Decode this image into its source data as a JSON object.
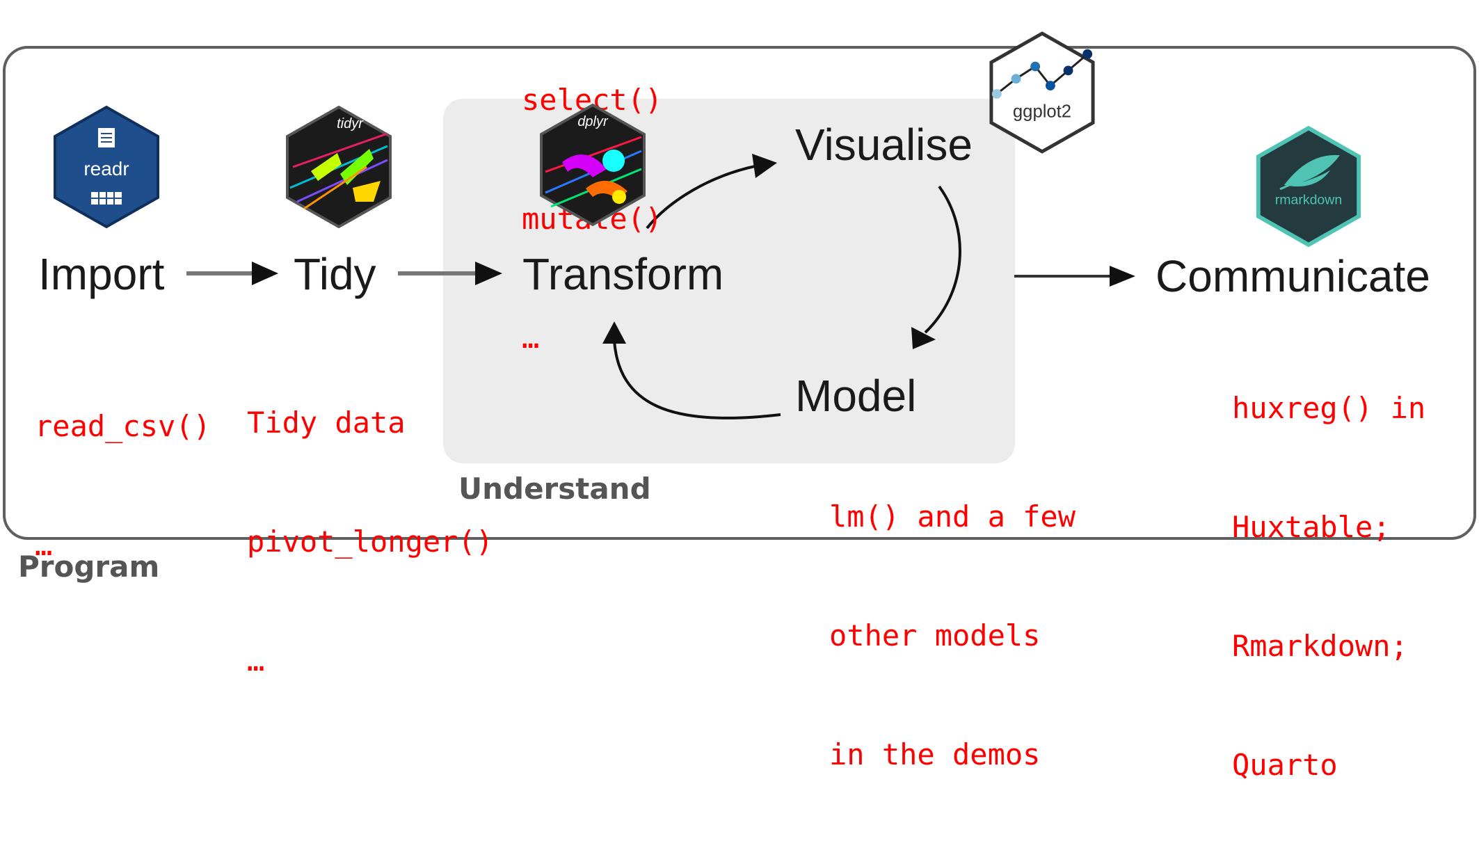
{
  "groups": {
    "program": "Program",
    "understand": "Understand"
  },
  "stages": {
    "import": "Import",
    "tidy": "Tidy",
    "transform": "Transform",
    "visualise": "Visualise",
    "model": "Model",
    "communicate": "Communicate"
  },
  "logos": {
    "readr": "readr",
    "tidyr": "tidyr",
    "dplyr": "dplyr",
    "ggplot2": "ggplot2",
    "rmarkdown": "rmarkdown"
  },
  "notes": {
    "import": [
      "read_csv()",
      "…"
    ],
    "tidy": [
      "Tidy data",
      "pivot_longer()",
      "…"
    ],
    "transform": [
      "select()",
      "mutate()",
      "…"
    ],
    "model": [
      "lm() and a few",
      "other models",
      "in the demos"
    ],
    "communicate": [
      "huxreg() in",
      "Huxtable;",
      "Rmarkdown;",
      "Quarto"
    ]
  },
  "colors": {
    "note_text": "#ff0000",
    "readr_bg": "#1f4e8c",
    "tidyr_bg": "#1b1b1b",
    "dplyr_bg": "#1b1b1b",
    "ggplot2_bg": "#ffffff",
    "rmarkdown_bg": "#233a3e",
    "rmarkdown_accent": "#4fc3b4"
  }
}
